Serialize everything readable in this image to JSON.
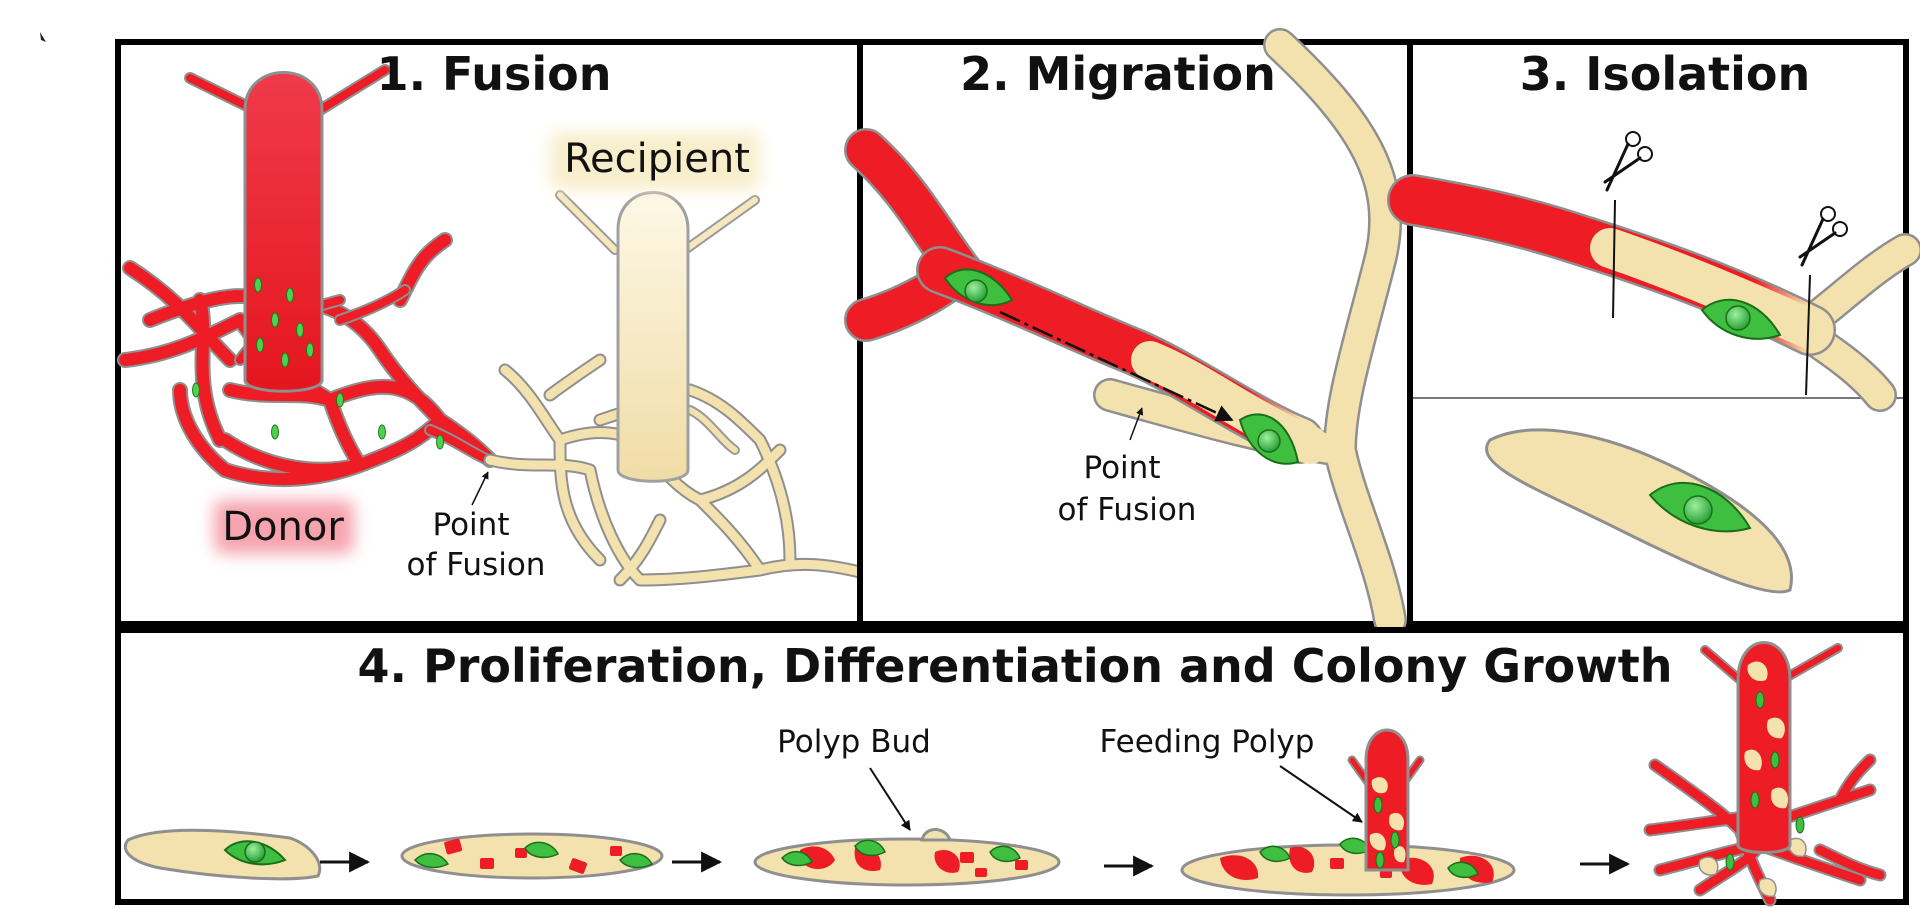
{
  "panels": {
    "fusion": {
      "title": "1. Fusion",
      "recipient_label": "Recipient",
      "donor_label": "Donor",
      "fusion_label_line1": "Point",
      "fusion_label_line2": "of Fusion"
    },
    "migration": {
      "title": "2. Migration",
      "fusion_label_line1": "Point",
      "fusion_label_line2": "of Fusion"
    },
    "isolation": {
      "title": "3. Isolation",
      "tools": [
        "scissors-icon",
        "scissors-icon"
      ]
    },
    "growth": {
      "title": "4. Proliferation, Differentiation and Colony Growth",
      "bud_label": "Polyp Bud",
      "feeding_label": "Feeding Polyp"
    }
  },
  "colors": {
    "donor": "#ee1c24",
    "recipient": "#f3e2ad",
    "cell": "#3fbf3f",
    "outline": "#8a8a8a",
    "frame": "#000000"
  }
}
